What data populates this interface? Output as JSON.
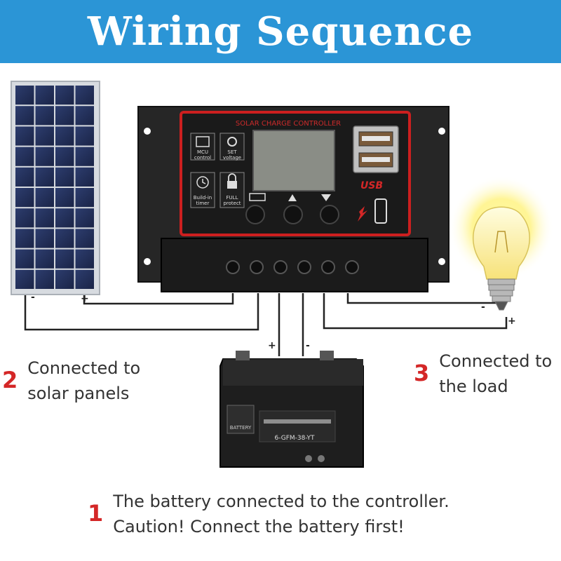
{
  "header": {
    "title": "Wiring Sequence"
  },
  "controller": {
    "panel_title": "SOLAR CHARGE CONTROLLER",
    "usb_label": "USB",
    "icons": [
      {
        "name": "mcu-control-icon",
        "label_line1": "MCU",
        "label_line2": "control"
      },
      {
        "name": "set-voltage-icon",
        "label_line1": "SET",
        "label_line2": "voltage"
      },
      {
        "name": "build-in-timer-icon",
        "label_line1": "Build-in",
        "label_line2": "timer"
      },
      {
        "name": "full-protect-icon",
        "label_line1": "FULL",
        "label_line2": "protect"
      }
    ],
    "buttons": [
      "menu",
      "up",
      "down"
    ]
  },
  "battery": {
    "brand": "BATTERY",
    "model": "6-GFM-38-YT"
  },
  "polarity": {
    "plus": "+",
    "minus": "-"
  },
  "steps": [
    {
      "number": "1",
      "line1": "The battery connected to the controller.",
      "line2": "Caution! Connect the battery first!"
    },
    {
      "number": "2",
      "line1": "Connected to",
      "line2": "solar panels"
    },
    {
      "number": "3",
      "line1": "Connected to",
      "line2": "the load"
    }
  ],
  "colors": {
    "banner": "#2b95d6",
    "accent_red": "#d42727",
    "controller_body": "#2a2a2a"
  }
}
